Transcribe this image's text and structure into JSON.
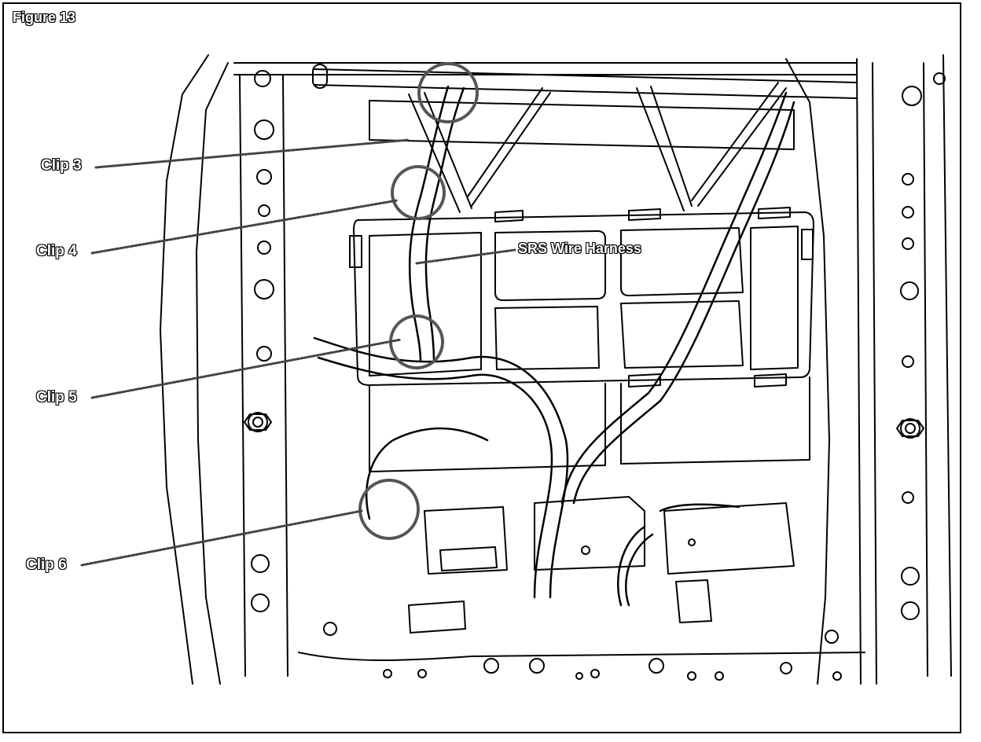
{
  "figure": {
    "title": "Figure 13",
    "callouts": {
      "clip3": "Clip 3",
      "clip4": "Clip 4",
      "clip5": "Clip 5",
      "clip6": "Clip 6",
      "harness": "SRS Wire Harness"
    },
    "colors": {
      "line": "#000000",
      "background": "#ffffff",
      "label_fill": "#ffffff"
    }
  }
}
